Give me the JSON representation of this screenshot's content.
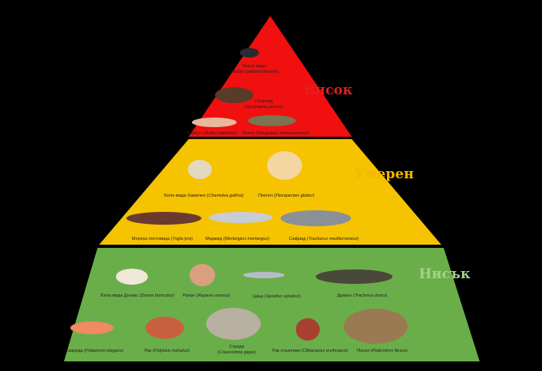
{
  "tiers": [
    {
      "name": "Висок",
      "color": "#e51d1d",
      "fill": "#f01010",
      "organisms": [
        {
          "common": "Черна мида",
          "latin": "Mytilus galloprovincialis"
        },
        {
          "common": "Скорпид",
          "latin": "Scorpaena porcus"
        },
        {
          "common": "Барбун",
          "latin": "Mullus barbatus"
        },
        {
          "common": "Попче",
          "latin": "Neogobius melanostomus"
        }
      ]
    },
    {
      "name": "Умерен",
      "color": "#f5b400",
      "fill": "#f6c300",
      "organisms": [
        {
          "common": "Бяла мида Хамелея",
          "latin": "Chamelea gallina"
        },
        {
          "common": "Пектен",
          "latin": "Flexopecten glaber"
        },
        {
          "common": "Морска лястовица",
          "latin": "Trigla lyra"
        },
        {
          "common": "Меджид",
          "latin": "Merlangius merlangus"
        },
        {
          "common": "Сафрид",
          "latin": "Trachurus mediterraneus"
        }
      ]
    },
    {
      "name": "Нисък",
      "color": "#a6d08a",
      "fill": "#6aae4a",
      "organisms": [
        {
          "common": "Бяла мида Донакс",
          "latin": "Donax trunculus"
        },
        {
          "common": "Рапан",
          "latin": "Rapana venosa"
        },
        {
          "common": "Цаца",
          "latin": "Sprattus sprattus"
        },
        {
          "common": "Дракон",
          "latin": "Trachinus draco"
        },
        {
          "common": "Скарида",
          "latin": "Palaemon elegans"
        },
        {
          "common": "Рак",
          "latin": "Polybius holsatus"
        },
        {
          "common": "Стрида",
          "latin": "Crassostrea gigas"
        },
        {
          "common": "Рак отшелник",
          "latin": "Clibanarius erythropus"
        },
        {
          "common": "Писия",
          "latin": "Platichthys flesus"
        }
      ]
    }
  ]
}
